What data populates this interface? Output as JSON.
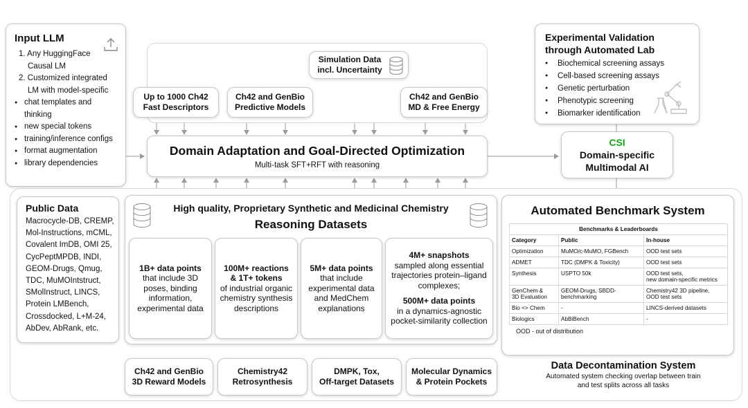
{
  "input_llm": {
    "title": "Input LLM",
    "numbered": [
      "1. Any HuggingFace",
      "Causal LM",
      "2. Customized integrated",
      "LM with model-specific"
    ],
    "bullets": [
      "chat templates and",
      "thinking",
      "new special tokens",
      "training/inference configs",
      "format augmentation",
      "library dependencies"
    ]
  },
  "simulation": {
    "line1": "Simulation Data",
    "line2": "incl. Uncertainty"
  },
  "top_boxes": [
    {
      "line1": "Up to 1000 Ch42",
      "line2": "Fast Descriptors"
    },
    {
      "line1": "Ch42 and GenBio",
      "line2": "Predictive Models"
    },
    {
      "line1": "Ch42 and GenBio",
      "line2": "MD & Free Energy"
    }
  ],
  "validation": {
    "title1": "Experimental Validation",
    "title2": "through Automated Lab",
    "bullets": [
      "Biochemical screening assays",
      "Cell-based screening assays",
      "Genetic perturbation",
      "Phenotypic screening",
      "Biomarker identification"
    ]
  },
  "domain_adapt": {
    "title": "Domain Adaptation and Goal-Directed Optimization",
    "subtitle": "Multi-task SFT+RFT with reasoning"
  },
  "csi": {
    "label": "CSI",
    "line1": "Domain-specific",
    "line2": "Multimodal AI",
    "label_color": "#1aa11a"
  },
  "public_data": {
    "title": "Public Data",
    "lines": [
      "Macrocycle-DB, CREMP,",
      "Mol-Instructions, mCML,",
      "Covalent ImDB, OMI 25,",
      "CycPeptMPDB, INDI,",
      "GEOM-Drugs, Qmug,",
      "TDC, MuMOIntstruct,",
      "SMolInstruct, LINCS,",
      "Protein LMBench,",
      "Crossdocked, L+M-24,",
      "AbDev, AbRank, etc."
    ]
  },
  "datasets": {
    "title1": "High quality, Proprietary Synthetic and Medicinal Chemistry",
    "title2": "Reasoning Datasets",
    "cards": [
      {
        "lines": [
          {
            "t": "1B+ data points",
            "b": true
          },
          {
            "t": "that include 3D",
            "b": false
          },
          {
            "t": "poses, binding",
            "b": false
          },
          {
            "t": "information,",
            "b": false
          },
          {
            "t": "experimental data",
            "b": false
          }
        ]
      },
      {
        "lines": [
          {
            "t": "100M+ reactions",
            "b": true
          },
          {
            "t": "& 1T+ tokens",
            "b": true
          },
          {
            "t": "of industrial organic",
            "b": false
          },
          {
            "t": "chemistry synthesis",
            "b": false
          },
          {
            "t": "descriptions",
            "b": false
          }
        ]
      },
      {
        "lines": [
          {
            "t": "5M+ data points",
            "b": true
          },
          {
            "t": "that include",
            "b": false
          },
          {
            "t": "experimental data",
            "b": false
          },
          {
            "t": "and MedChem",
            "b": false
          },
          {
            "t": "explanations",
            "b": false
          }
        ]
      },
      {
        "lines": [
          {
            "t": "4M+ snapshots",
            "b": true
          },
          {
            "t": "sampled along essential",
            "b": false
          },
          {
            "t": "trajectories protein–ligand",
            "b": false
          },
          {
            "t": "complexes;",
            "b": false
          },
          {
            "t": "",
            "b": false
          },
          {
            "t": "500M+ data points",
            "b": true
          },
          {
            "t": "in a dynamics-agnostic",
            "b": false
          },
          {
            "t": "pocket-similarity collection",
            "b": false
          }
        ]
      }
    ]
  },
  "bottom_boxes": [
    {
      "line1": "Ch42 and GenBio",
      "line2": "3D Reward Models"
    },
    {
      "line1": "Chemistry42",
      "line2": "Retrosynthesis"
    },
    {
      "line1": "DMPK, Tox,",
      "line2": "Off-target Datasets"
    },
    {
      "line1": "Molecular Dynamics",
      "line2": "& Protein Pockets"
    }
  ],
  "benchmark": {
    "title": "Automated Benchmark System",
    "table_title": "Benchmarks & Leaderboards",
    "headers": [
      "Category",
      "Public",
      "In-house"
    ],
    "rows": [
      [
        "Optimization",
        "MuMO/c-MuMO, FGBench",
        "OOD test sets"
      ],
      [
        "ADMET",
        "TDC (DMPK & Toxicity)",
        "OOD test sets"
      ],
      [
        "Synthesis",
        "USPTO 50k",
        "OOD test sets,\nnew domain-specific metrics"
      ],
      [
        "GenChem &\n3D Evaluation",
        "GEOM-Drugs, SBDD-\nbenchmarking",
        "Chemistry42 3D pipeline,\nOOD test sets"
      ],
      [
        "Bio <> Chem",
        "-",
        "LINCS-derived datasets"
      ],
      [
        "Biologics",
        "AbBiBench",
        "-"
      ]
    ],
    "footnote": "OOD - out of distribution"
  },
  "decontam": {
    "title": "Data Decontamination System",
    "line1": "Automated system checking overlap between train",
    "line2": "and test splits across all tasks"
  },
  "icons": {
    "upload": "upload-icon",
    "database": "database-icon",
    "lab": "lab-robot-icon"
  }
}
